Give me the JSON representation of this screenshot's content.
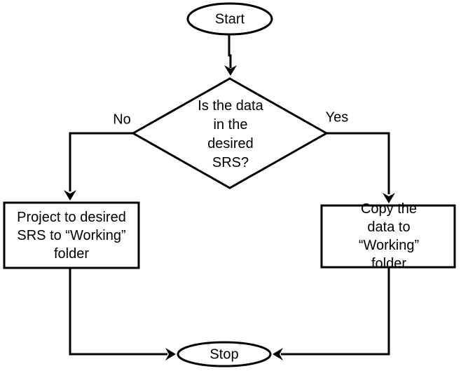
{
  "page": {
    "background": "#ffffff"
  },
  "flowchart": {
    "stroke_color": "#000000",
    "node_fill": "#ffffff",
    "start": {
      "shape": "ellipse",
      "label": "Start"
    },
    "decision": {
      "shape": "diamond",
      "text": "Is the data\nin the\ndesired\nSRS?"
    },
    "branches": {
      "no_label": "No",
      "yes_label": "Yes"
    },
    "process_left": {
      "shape": "rectangle",
      "text": "Project to desired\nSRS to “Working”\nfolder"
    },
    "process_right": {
      "shape": "rectangle",
      "text": "Copy the data to\n“Working” folder"
    },
    "stop": {
      "shape": "ellipse",
      "label": "Stop"
    }
  }
}
